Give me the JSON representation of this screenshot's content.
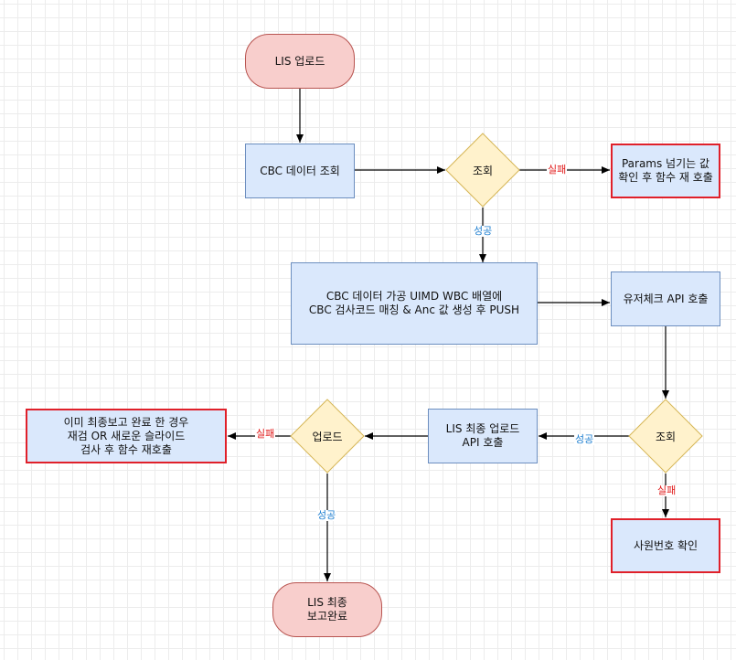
{
  "nodes": {
    "lis_upload": "LIS 업로드",
    "cbc_query": "CBC 데이터 조회",
    "query_decision_1": "조회",
    "params_retry": "Params 넘기는 값\n확인 후 함수 재 호출",
    "cbc_process": "CBC 데이터 가공 UIMD WBC 배열에\nCBC 검사코드 매칭 & Anc 값 생성 후 PUSH",
    "user_check_api": "유저체크 API 호출",
    "query_decision_2": "조회",
    "employee_check": "사원번호 확인",
    "lis_final_upload_api": "LIS 최종 업로드\nAPI 호출",
    "upload_decision": "업로드",
    "already_reported": "이미 최종보고 완료 한 경우\n재검 OR 새로운 슬라이드\n검사 후 함수 재호출",
    "lis_final_complete": "LIS 최종\n보고완료"
  },
  "edge_labels": {
    "fail_1": "실패",
    "success_1": "성공",
    "success_2": "성공",
    "fail_2": "실패",
    "fail_3": "실패",
    "success_3": "성공"
  },
  "colors": {
    "terminal_fill": "#f8cecc",
    "process_fill": "#dae8fc",
    "decision_fill": "#fff2cc",
    "error_border": "#e0202a",
    "fail_text": "#e01818",
    "success_text": "#1f7fd0"
  }
}
